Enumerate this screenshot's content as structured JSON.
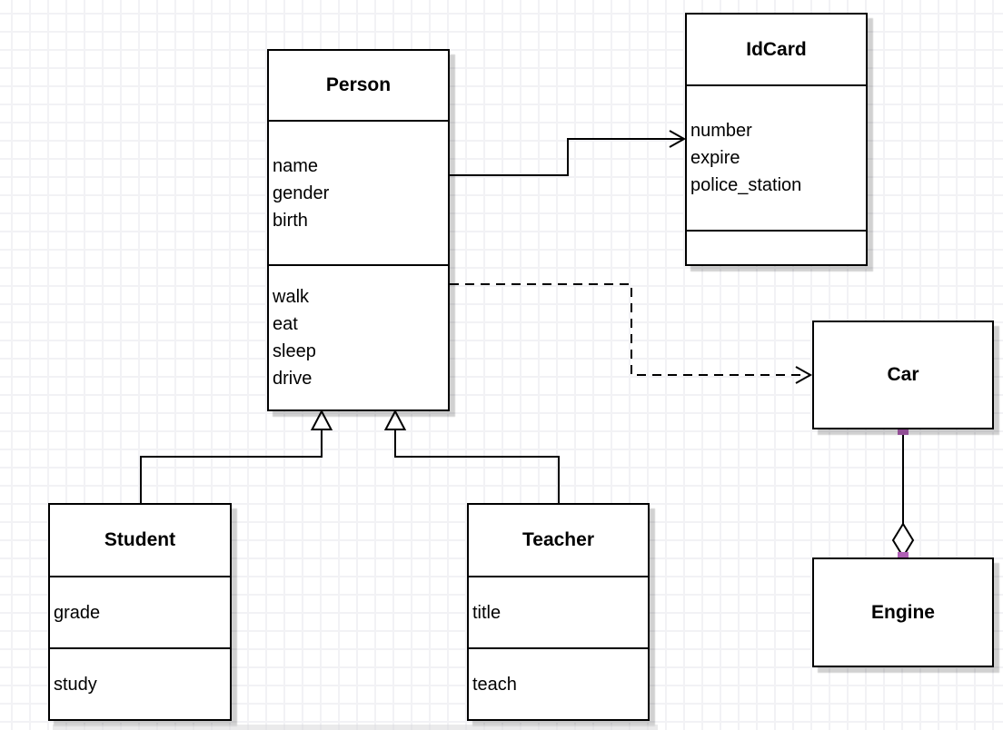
{
  "diagram": {
    "classes": {
      "person": {
        "title": "Person",
        "attributes": [
          "name",
          "gender",
          "birth"
        ],
        "methods": [
          "walk",
          "eat",
          "sleep",
          "drive"
        ]
      },
      "idcard": {
        "title": "IdCard",
        "attributes": [
          "number",
          "expire",
          "police_station"
        ],
        "methods": []
      },
      "car": {
        "title": "Car"
      },
      "engine": {
        "title": "Engine"
      },
      "student": {
        "title": "Student",
        "attributes": [
          "grade"
        ],
        "methods": [
          "study"
        ]
      },
      "teacher": {
        "title": "Teacher",
        "attributes": [
          "title"
        ],
        "methods": [
          "teach"
        ]
      }
    },
    "edges": [
      {
        "from": "Person",
        "to": "IdCard",
        "type": "association",
        "line": "solid",
        "arrow": "open"
      },
      {
        "from": "Person",
        "to": "Car",
        "type": "dependency",
        "line": "dashed",
        "arrow": "open"
      },
      {
        "from": "Student",
        "to": "Person",
        "type": "generalization",
        "line": "solid",
        "arrow": "hollow-triangle"
      },
      {
        "from": "Teacher",
        "to": "Person",
        "type": "generalization",
        "line": "solid",
        "arrow": "hollow-triangle"
      },
      {
        "from": "Car",
        "to": "Engine",
        "type": "aggregation",
        "line": "solid",
        "arrow": "hollow-diamond"
      }
    ],
    "colors": {
      "endpoint_handle": "#b060b5",
      "border": "#000000",
      "fill": "#ffffff",
      "grid_line": "#f2f2f5",
      "shadow": "rgba(0,0,0,0.18)"
    }
  }
}
